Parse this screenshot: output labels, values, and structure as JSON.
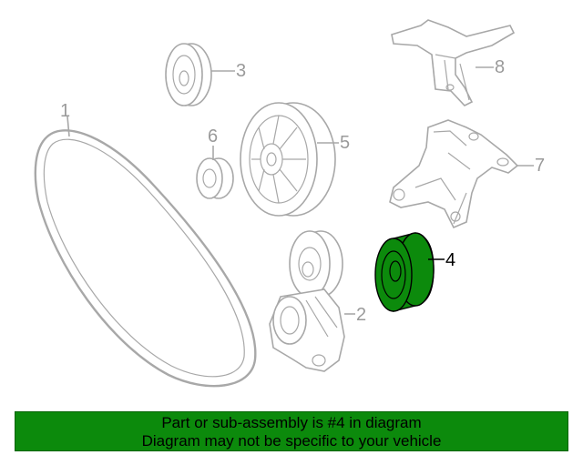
{
  "diagram": {
    "callouts": [
      {
        "id": "1",
        "label": "1"
      },
      {
        "id": "2",
        "label": "2"
      },
      {
        "id": "3",
        "label": "3"
      },
      {
        "id": "4",
        "label": "4",
        "highlighted": true
      },
      {
        "id": "5",
        "label": "5"
      },
      {
        "id": "6",
        "label": "6"
      },
      {
        "id": "7",
        "label": "7"
      },
      {
        "id": "8",
        "label": "8"
      }
    ],
    "highlight_color": "#0c8a0c",
    "line_color": "#a8a8a8"
  },
  "caption": {
    "line1": "Part or sub-assembly is #4 in diagram",
    "line2": "Diagram may not be specific to your vehicle",
    "background": "#0c8a0c"
  }
}
